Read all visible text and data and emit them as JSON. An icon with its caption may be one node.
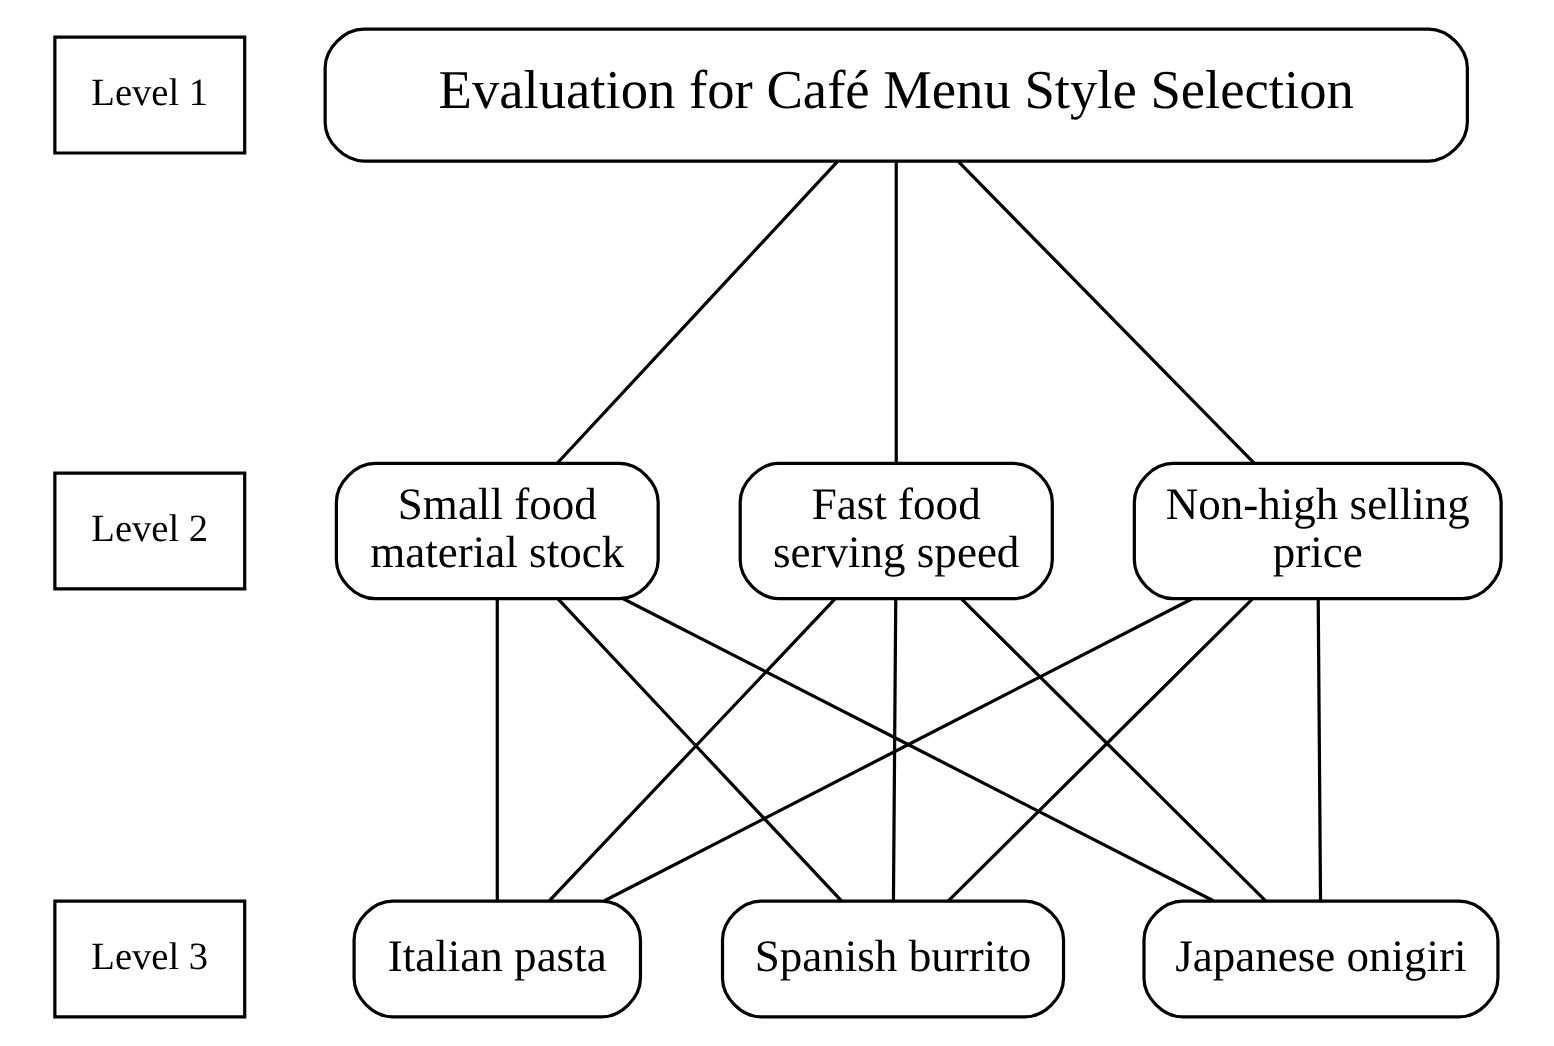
{
  "diagram": {
    "nodes": [
      {
        "text": [
          "Level 1"
        ]
      },
      {
        "text": [
          "Evaluation for Café Menu Style Selection"
        ]
      },
      {
        "text": [
          "Level 2"
        ]
      },
      {
        "text": [
          "Small food material stock"
        ]
      },
      {
        "text": [
          "Fast food serving speed"
        ]
      },
      {
        "text": [
          "Non-high selling price"
        ]
      },
      {
        "text": [
          "Level 3"
        ]
      },
      {
        "text": [
          "Italian pasta"
        ]
      },
      {
        "text": [
          "Spanish burrito"
        ]
      },
      {
        "text": [
          "Japanese onigiri"
        ]
      }
    ],
    "edges": [
      {
        "from": 1,
        "to": 3,
        "arrow": "none"
      },
      {
        "from": 1,
        "to": 4,
        "arrow": "none"
      },
      {
        "from": 1,
        "to": 5,
        "arrow": "none"
      },
      {
        "from": 3,
        "to": 7,
        "arrow": "none"
      },
      {
        "from": 3,
        "to": 8,
        "arrow": "none"
      },
      {
        "from": 3,
        "to": 9,
        "arrow": "none"
      },
      {
        "from": 4,
        "to": 7,
        "arrow": "none"
      },
      {
        "from": 4,
        "to": 8,
        "arrow": "none"
      },
      {
        "from": 4,
        "to": 9,
        "arrow": "none"
      },
      {
        "from": 5,
        "to": 7,
        "arrow": "none"
      },
      {
        "from": 5,
        "to": 8,
        "arrow": "none"
      },
      {
        "from": 5,
        "to": 9,
        "arrow": "none"
      }
    ]
  }
}
